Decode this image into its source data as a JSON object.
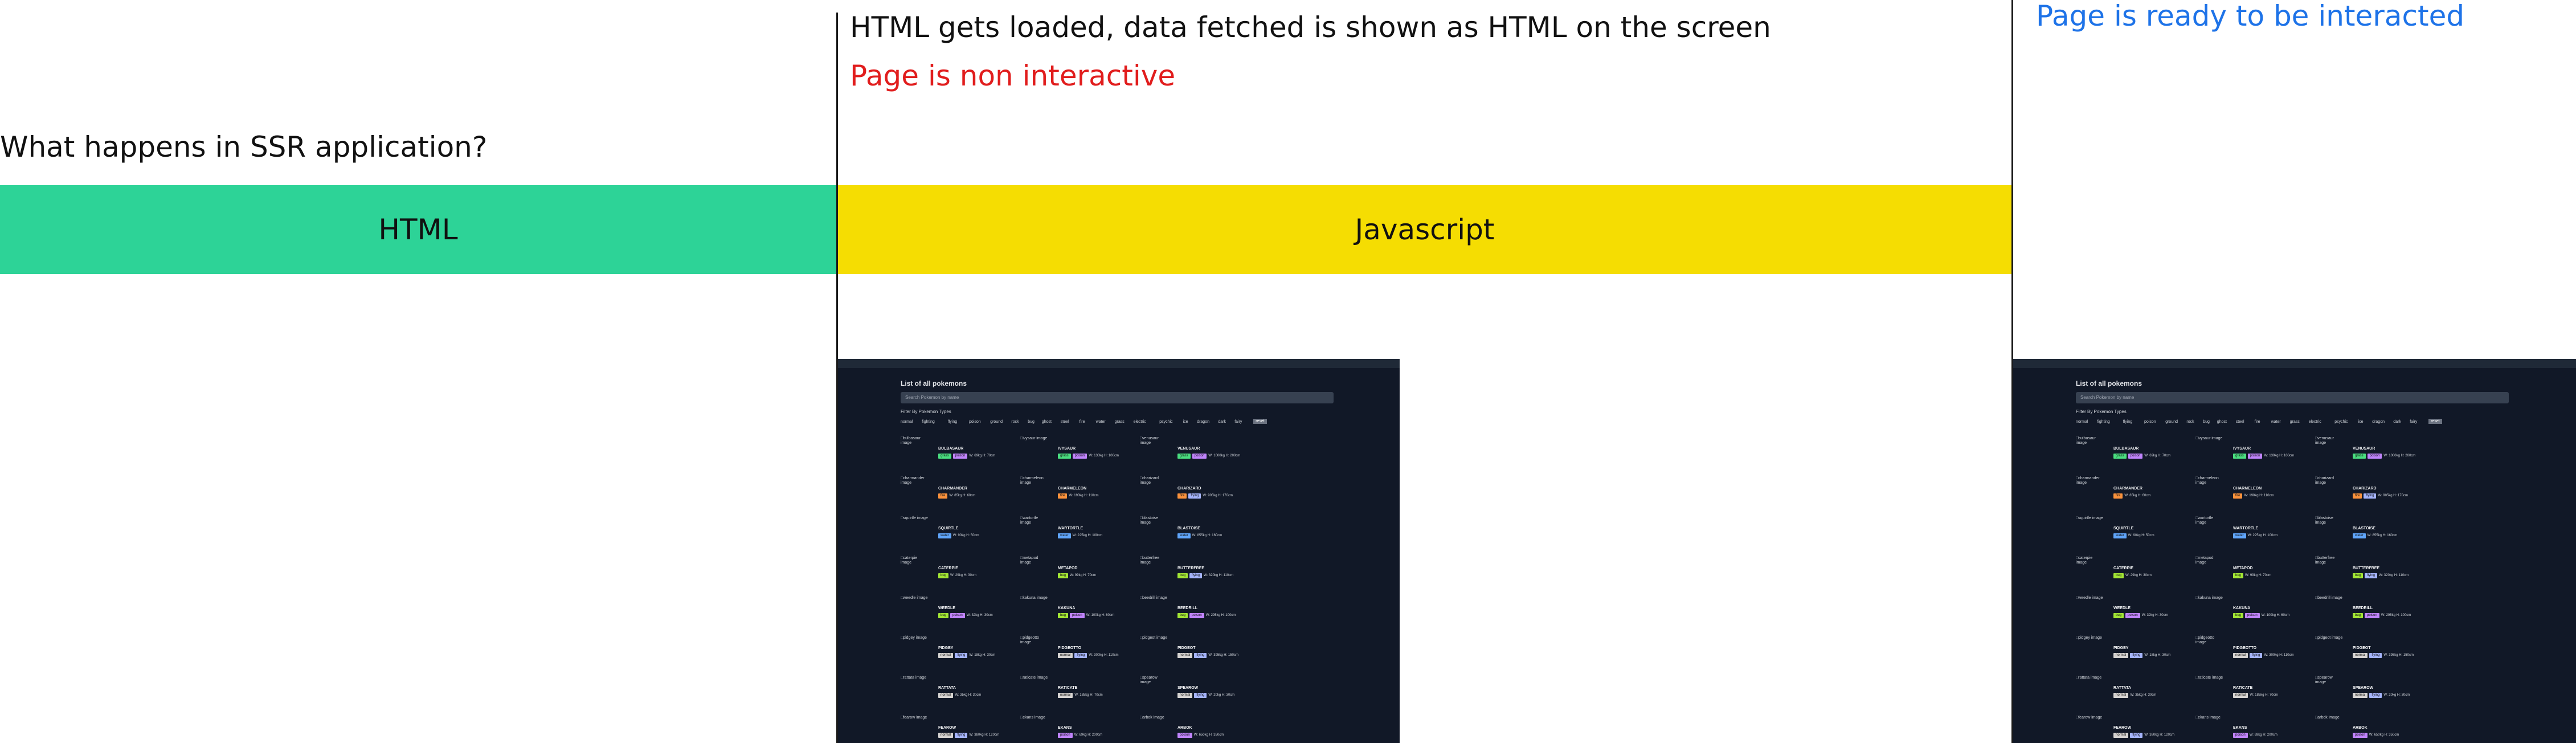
{
  "question": "What happens in SSR application?",
  "note_loaded": "HTML gets loaded, data fetched is shown as HTML on the screen",
  "note_noninteractive": "Page is non interactive",
  "note_ready": "Page is ready to be interacted",
  "bands": {
    "html": "HTML",
    "javascript": "Javascript"
  },
  "colors": {
    "html_band": "#2dd397",
    "js_band": "#f5dd02",
    "non_interactive": "#e11d1d",
    "ready": "#1e73e8",
    "screenshot_bg": "#111827"
  },
  "screenshot": {
    "title": "List of all pokemons",
    "search_placeholder": "Search Pokemon by name",
    "filter_label": "Filter By Pokemon Types",
    "types": [
      "normal",
      "fighting",
      "flying",
      "poison",
      "ground",
      "rock",
      "bug",
      "ghost",
      "steel",
      "fire",
      "water",
      "grass",
      "electric",
      "psychic",
      "ice",
      "dragon",
      "dark",
      "fairy",
      "reset"
    ],
    "selected_type": "reset",
    "rows": [
      [
        {
          "img": "bulbasaur image",
          "name": "BULBASAUR",
          "tags": [
            "grass",
            "poison"
          ],
          "stats": "W: 69kg H: 70cm"
        },
        {
          "img": "ivysaur image",
          "name": "IVYSAUR",
          "tags": [
            "grass",
            "poison"
          ],
          "stats": "W: 130kg H: 100cm"
        },
        {
          "img": "venusaur image",
          "name": "VENUSAUR",
          "tags": [
            "grass",
            "poison"
          ],
          "stats": "W: 1000kg H: 200cm"
        }
      ],
      [
        {
          "img": "charmander image",
          "name": "CHARMANDER",
          "tags": [
            "fire"
          ],
          "stats": "W: 85kg H: 60cm"
        },
        {
          "img": "charmeleon image",
          "name": "CHARMELEON",
          "tags": [
            "fire"
          ],
          "stats": "W: 190kg H: 110cm"
        },
        {
          "img": "charizard image",
          "name": "CHARIZARD",
          "tags": [
            "fire",
            "flying"
          ],
          "stats": "W: 905kg H: 170cm"
        }
      ],
      [
        {
          "img": "squirtle image",
          "name": "SQUIRTLE",
          "tags": [
            "water"
          ],
          "stats": "W: 90kg H: 50cm"
        },
        {
          "img": "wartortle image",
          "name": "WARTORTLE",
          "tags": [
            "water"
          ],
          "stats": "W: 225kg H: 100cm"
        },
        {
          "img": "blastoise image",
          "name": "BLASTOISE",
          "tags": [
            "water"
          ],
          "stats": "W: 855kg H: 160cm"
        }
      ],
      [
        {
          "img": "caterpie image",
          "name": "CATERPIE",
          "tags": [
            "bug"
          ],
          "stats": "W: 29kg H: 30cm"
        },
        {
          "img": "metapod image",
          "name": "METAPOD",
          "tags": [
            "bug"
          ],
          "stats": "W: 99kg H: 70cm"
        },
        {
          "img": "butterfree image",
          "name": "BUTTERFREE",
          "tags": [
            "bug",
            "flying"
          ],
          "stats": "W: 320kg H: 110cm"
        }
      ],
      [
        {
          "img": "weedle image",
          "name": "WEEDLE",
          "tags": [
            "bug",
            "poison"
          ],
          "stats": "W: 32kg H: 30cm"
        },
        {
          "img": "kakuna image",
          "name": "KAKUNA",
          "tags": [
            "bug",
            "poison"
          ],
          "stats": "W: 100kg H: 60cm"
        },
        {
          "img": "beedrill image",
          "name": "BEEDRILL",
          "tags": [
            "bug",
            "poison"
          ],
          "stats": "W: 295kg H: 100cm"
        }
      ],
      [
        {
          "img": "pidgey image",
          "name": "PIDGEY",
          "tags": [
            "normal",
            "flying"
          ],
          "stats": "W: 18kg H: 30cm"
        },
        {
          "img": "pidgeotto image",
          "name": "PIDGEOTTO",
          "tags": [
            "normal",
            "flying"
          ],
          "stats": "W: 300kg H: 110cm"
        },
        {
          "img": "pidgeot image",
          "name": "PIDGEOT",
          "tags": [
            "normal",
            "flying"
          ],
          "stats": "W: 395kg H: 150cm"
        }
      ],
      [
        {
          "img": "rattata image",
          "name": "RATTATA",
          "tags": [
            "normal"
          ],
          "stats": "W: 35kg H: 30cm"
        },
        {
          "img": "raticate image",
          "name": "RATICATE",
          "tags": [
            "normal"
          ],
          "stats": "W: 185kg H: 70cm"
        },
        {
          "img": "spearow image",
          "name": "SPEAROW",
          "tags": [
            "normal",
            "flying"
          ],
          "stats": "W: 20kg H: 30cm"
        }
      ],
      [
        {
          "img": "fearow image",
          "name": "FEAROW",
          "tags": [
            "normal",
            "flying"
          ],
          "stats": "W: 380kg H: 120cm"
        },
        {
          "img": "ekans image",
          "name": "EKANS",
          "tags": [
            "poison"
          ],
          "stats": "W: 69kg H: 200cm"
        },
        {
          "img": "arbok image",
          "name": "ARBOK",
          "tags": [
            "poison"
          ],
          "stats": "W: 650kg H: 350cm"
        }
      ]
    ]
  }
}
